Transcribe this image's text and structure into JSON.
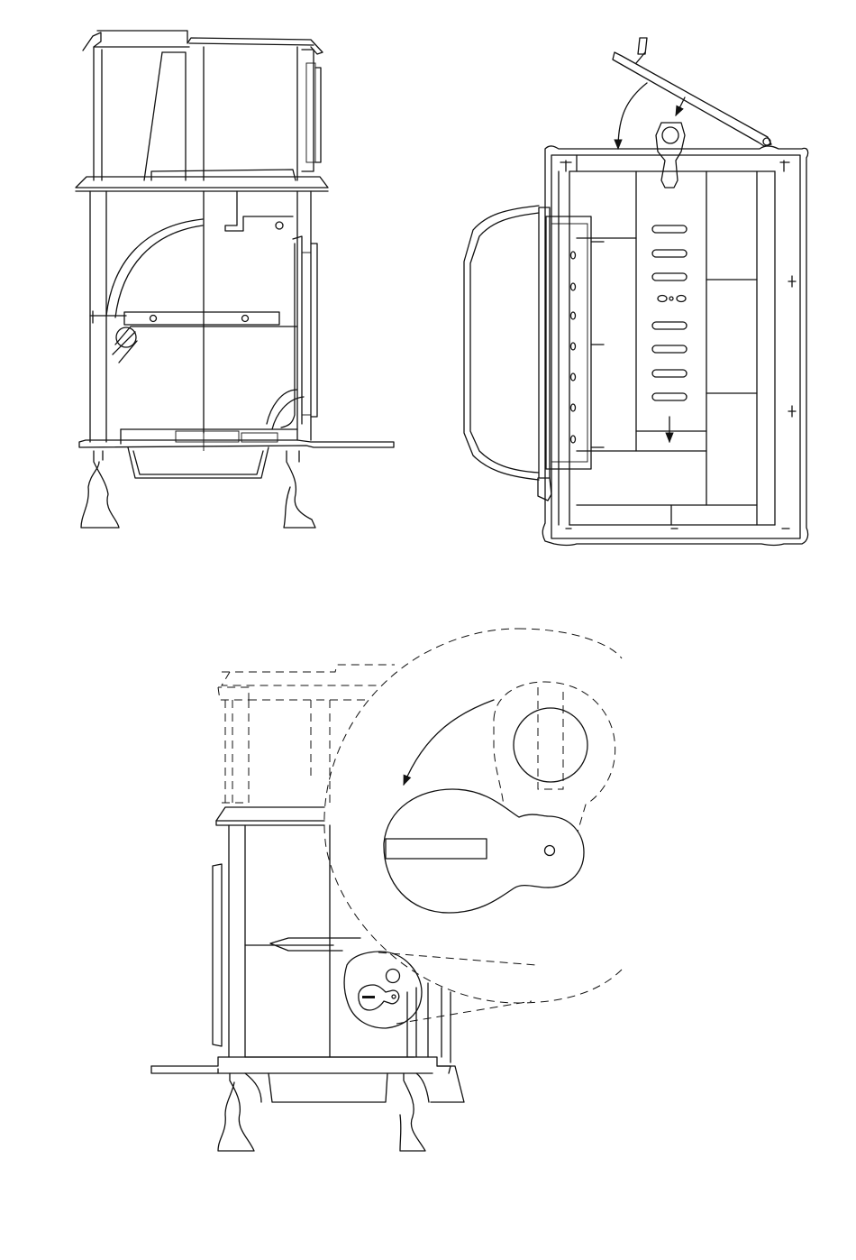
{
  "figure": {
    "panels": [
      {
        "id": "stove-side-section",
        "icon": "stove-side-section-icon"
      },
      {
        "id": "firebox-top-plan",
        "icon": "firebox-top-plan-icon"
      },
      {
        "id": "damper-control-detail",
        "icon": "damper-detail-icon"
      }
    ],
    "colors": {
      "line": "#111111",
      "background": "#ffffff"
    }
  }
}
